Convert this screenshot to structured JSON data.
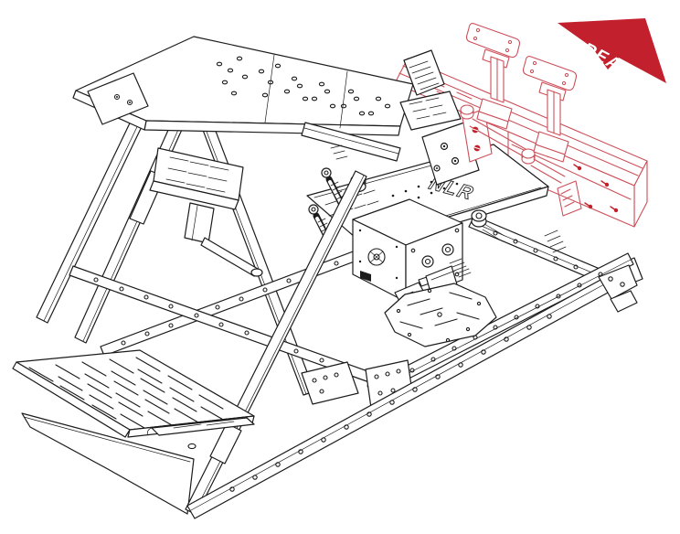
{
  "diagram": {
    "subject": "racing-simulator-cockpit-frame-assembly-illustration",
    "orientation_label": "REAR",
    "logo_text": "NLR",
    "highlighted_parts": [
      "rear-riser-bracket-left",
      "rear-riser-bracket-right",
      "rear-crossmember-beam",
      "hinge-linkage"
    ],
    "colors": {
      "line": "#1c1c1c",
      "part_red": "#cb4f58",
      "accent_red": "#c2202c",
      "background": "#ffffff"
    }
  }
}
